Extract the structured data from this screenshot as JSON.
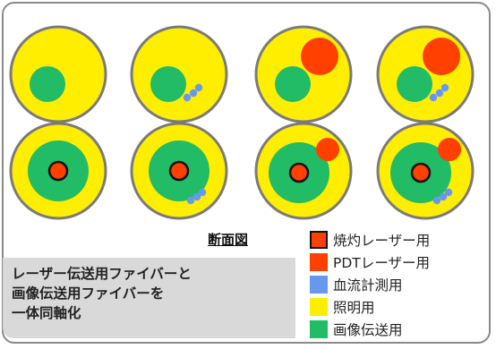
{
  "caption": "断面図",
  "description": [
    "レーザー伝送用ファイバーと",
    "画像伝送用ファイバーを",
    "一体同軸化"
  ],
  "legend": [
    {
      "label": "焼灼レーザー用",
      "color": "#ff4000",
      "outline": "#111111"
    },
    {
      "label": "PDTレーザー用",
      "color": "#ff4000",
      "outline": ""
    },
    {
      "label": "血流計測用",
      "color": "#6699ee",
      "outline": ""
    },
    {
      "label": "照明用",
      "color": "#ffee00",
      "outline": ""
    },
    {
      "label": "画像伝送用",
      "color": "#22bb66",
      "outline": ""
    }
  ],
  "colors": {
    "ring": "#7a7a7a",
    "illumination": "#ffee00",
    "image": "#22bb66",
    "pdt": "#ff4000",
    "blood_flow": "#6699ee",
    "ablation_outline": "#111111"
  },
  "cross_sections": [
    {
      "row": 1,
      "col": 1,
      "ablation": false,
      "pdt": false,
      "blood_flow": false
    },
    {
      "row": 1,
      "col": 2,
      "ablation": false,
      "pdt": false,
      "blood_flow": true
    },
    {
      "row": 1,
      "col": 3,
      "ablation": false,
      "pdt": true,
      "blood_flow": false
    },
    {
      "row": 1,
      "col": 4,
      "ablation": false,
      "pdt": true,
      "blood_flow": true
    },
    {
      "row": 2,
      "col": 1,
      "ablation": true,
      "pdt": false,
      "blood_flow": false
    },
    {
      "row": 2,
      "col": 2,
      "ablation": true,
      "pdt": false,
      "blood_flow": true
    },
    {
      "row": 2,
      "col": 3,
      "ablation": true,
      "pdt": true,
      "blood_flow": false
    },
    {
      "row": 2,
      "col": 4,
      "ablation": true,
      "pdt": true,
      "blood_flow": true
    }
  ]
}
